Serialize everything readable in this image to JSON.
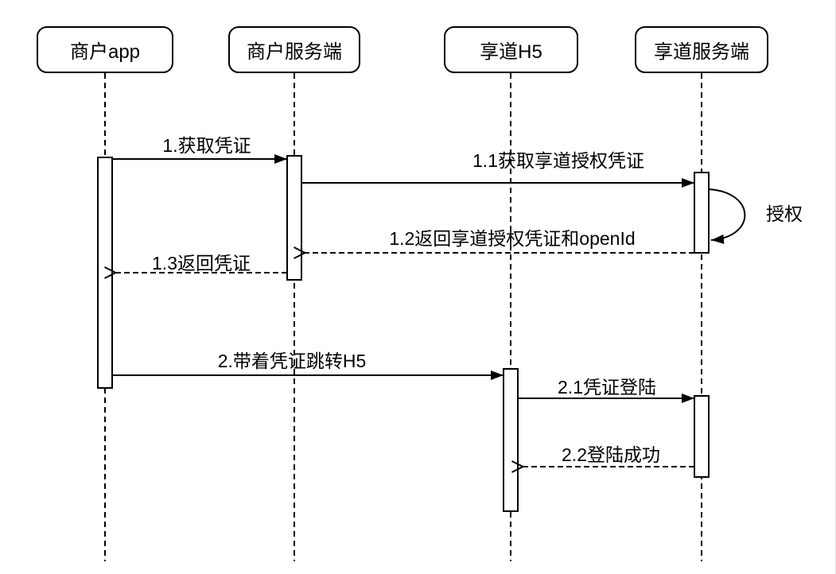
{
  "diagram": {
    "type": "sequence-diagram",
    "colors": {
      "background": "#ffffff",
      "line": "#000000",
      "edge_border": "#e3e3e3"
    },
    "actors": [
      {
        "label": "商户app"
      },
      {
        "label": "商户服务端"
      },
      {
        "label": "享道H5"
      },
      {
        "label": "享道服务端"
      }
    ],
    "messages": [
      {
        "label": "1.获取凭证",
        "from": "商户app",
        "to": "商户服务端",
        "line": "solid",
        "arrowhead": "filled"
      },
      {
        "label": "1.1获取享道授权凭证",
        "from": "商户服务端",
        "to": "享道服务端",
        "line": "solid",
        "arrowhead": "filled"
      },
      {
        "label": "授权",
        "from": "享道服务端",
        "to": "享道服务端",
        "line": "self-loop",
        "arrowhead": "filled"
      },
      {
        "label": "1.2返回享道授权凭证和openId",
        "from": "享道服务端",
        "to": "商户服务端",
        "line": "dashed",
        "arrowhead": "open"
      },
      {
        "label": "1.3返回凭证",
        "from": "商户服务端",
        "to": "商户app",
        "line": "dashed",
        "arrowhead": "open"
      },
      {
        "label": "2.带着凭证跳转H5",
        "from": "商户app",
        "to": "享道H5",
        "line": "solid",
        "arrowhead": "filled"
      },
      {
        "label": "2.1凭证登陆",
        "from": "享道H5",
        "to": "享道服务端",
        "line": "solid",
        "arrowhead": "filled"
      },
      {
        "label": "2.2登陆成功",
        "from": "享道服务端",
        "to": "享道H5",
        "line": "dashed",
        "arrowhead": "open"
      }
    ]
  }
}
